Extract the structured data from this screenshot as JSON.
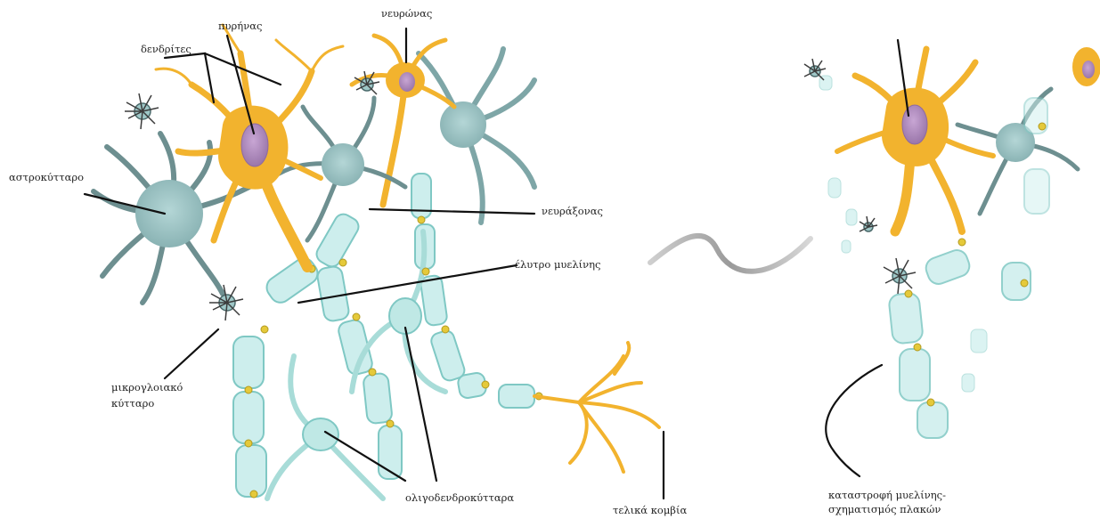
{
  "labels": {
    "nucleus": "πυρήνας",
    "neuron": "νευρώνας",
    "dendrites": "δενδρίτες",
    "astrocyte": "αστροκύτταρο",
    "axon": "νευράξονας",
    "myelin_sheath": "έλυτρο μυελίνης",
    "microglia_line1": "μικρογλοιακό",
    "microglia_line2": "κύτταρο",
    "oligodendrocytes": "ολιγοδενδροκύτταρα",
    "terminal_buttons": "τελικά κομβία",
    "demyelination_line1": "καταστροφή μυελίνης-",
    "demyelination_line2": "σχηματισμός πλακών"
  },
  "colors": {
    "neuron": "#f2b32e",
    "neuron_dark": "#d99514",
    "nucleus": "#b28fbf",
    "astrocyte": "#8fb8b8",
    "astrocyte_dark": "#6d8f90",
    "myelin": "#cdeeed",
    "myelin_edge": "#7fc8c4",
    "node": "#e5c93a",
    "microglia": "#3c3c3c",
    "line": "#111111"
  }
}
